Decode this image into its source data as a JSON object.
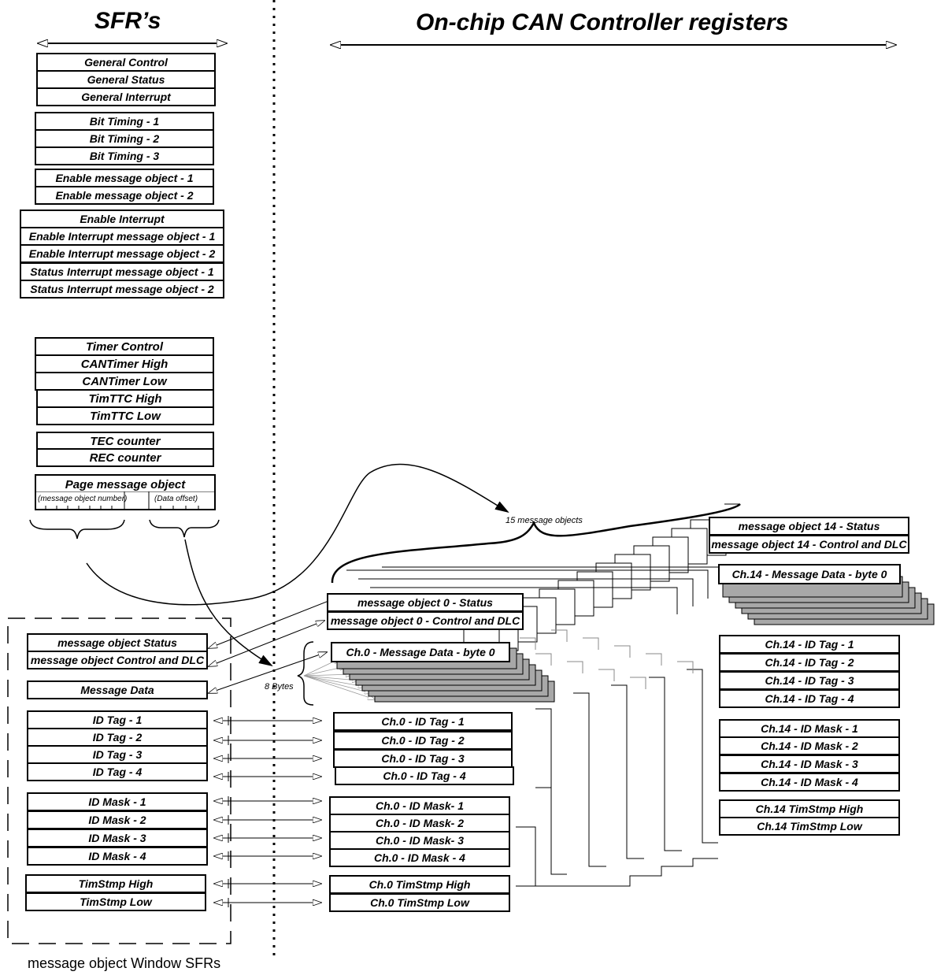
{
  "titles": {
    "sfr": "SFR’s",
    "can": "On-chip CAN Controller registers",
    "window": "message object Window SFRs"
  },
  "sfr_groups": {
    "general": [
      "General Control",
      "General Status",
      "General Interrupt"
    ],
    "bit_timing": [
      "Bit Timing - 1",
      "Bit Timing - 2",
      "Bit Timing - 3"
    ],
    "enable_msg": [
      "Enable message object - 1",
      "Enable message object - 2"
    ],
    "interrupt": [
      "Enable Interrupt",
      "Enable Interrupt message object - 1",
      "Enable Interrupt message object - 2",
      "Status Interrupt message object - 1",
      "Status Interrupt message object - 2"
    ],
    "timer": [
      "Timer Control",
      "CANTimer High",
      "CANTimer Low",
      "TimTTC High",
      "TimTTC Low"
    ],
    "counters": [
      "TEC counter",
      "REC counter"
    ],
    "page": {
      "label": "Page message object",
      "field_object": "(message object number)",
      "field_offset": "(Data offset)"
    }
  },
  "window_sfrs": {
    "status": "message object Status",
    "control": "message object Control and DLC",
    "data": "Message Data",
    "id_tags": [
      "ID Tag - 1",
      "ID Tag - 2",
      "ID Tag - 3",
      "ID Tag - 4"
    ],
    "id_masks": [
      "ID Mask - 1",
      "ID Mask - 2",
      "ID Mask - 3",
      "ID Mask - 4"
    ],
    "timestamps": [
      "TimStmp High",
      "TimStmp Low"
    ]
  },
  "object0": {
    "status": "message object 0 - Status",
    "control": "message object 0 - Control and DLC",
    "data": "Ch.0 - Message Data - byte 0",
    "id_tags": [
      "Ch.0 - ID Tag - 1",
      "Ch.0 - ID Tag - 2",
      "Ch.0 - ID Tag - 3",
      "Ch.0 - ID Tag - 4"
    ],
    "id_masks": [
      "Ch.0 - ID Mask- 1",
      "Ch.0 - ID Mask- 2",
      "Ch.0 - ID Mask- 3",
      "Ch.0 - ID Mask - 4"
    ],
    "timestamps": [
      "Ch.0 TimStmp High",
      "Ch.0 TimStmp Low"
    ]
  },
  "object14": {
    "status": "message object 14 - Status",
    "control": "message object 14 - Control and DLC",
    "data": "Ch.14 - Message Data - byte 0",
    "id_tags": [
      "Ch.14 - ID Tag - 1",
      "Ch.14 - ID Tag - 2",
      "Ch.14 - ID Tag - 3",
      "Ch.14 - ID Tag - 4"
    ],
    "id_masks": [
      "Ch.14 - ID Mask - 1",
      "Ch.14 - ID Mask - 2",
      "Ch.14 - ID Mask - 3",
      "Ch.14 - ID Mask - 4"
    ],
    "timestamps": [
      "Ch.14 TimStmp High",
      "Ch.14 TimStmp Low"
    ]
  },
  "annotations": {
    "msg_count": "15 message objects",
    "bytes": "8 Bytes"
  },
  "colors": {
    "stroke": "#000000",
    "shadow_fill": "#a8a8a8",
    "background": "#ffffff"
  }
}
